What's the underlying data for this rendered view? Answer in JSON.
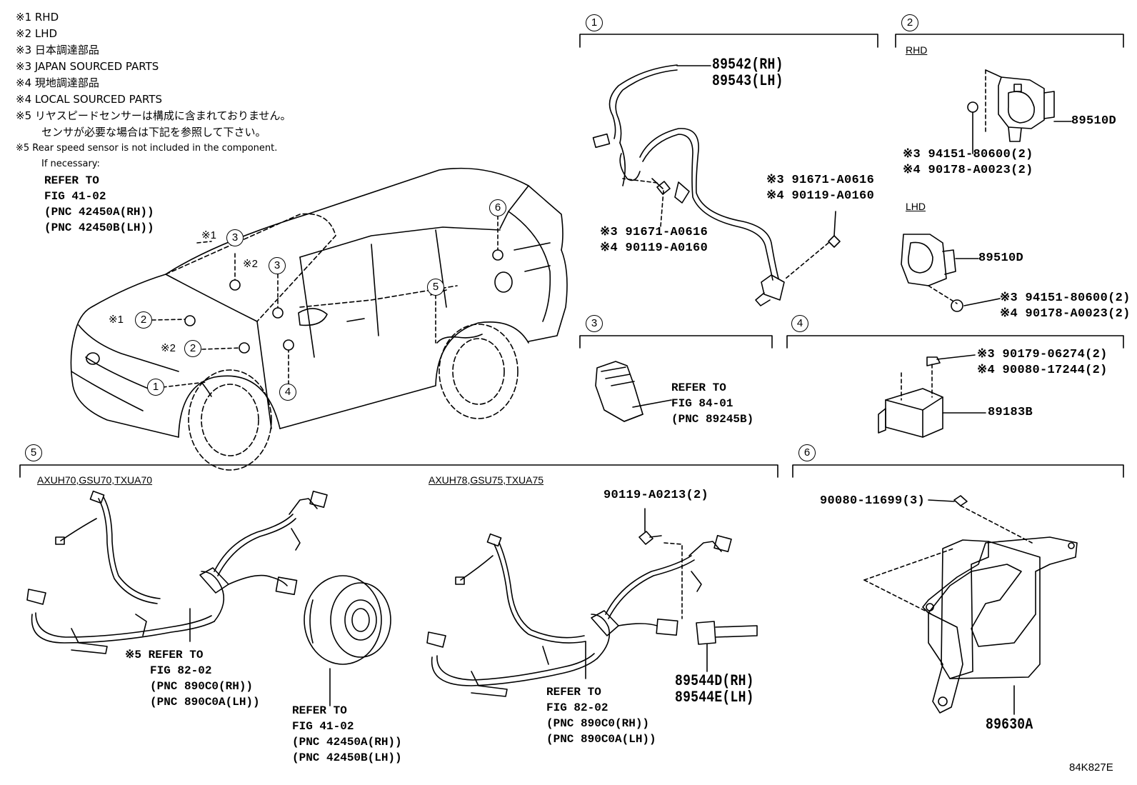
{
  "notes": {
    "n1": "※1 RHD",
    "n2": "※2 LHD",
    "n3a": "※3 日本調達部品",
    "n3b": "※3 JAPAN SOURCED PARTS",
    "n4a": "※4 現地調達部品",
    "n4b": "※4 LOCAL SOURCED PARTS",
    "n5a": "※5 リヤスピードセンサーは構成に含まれておりません。",
    "n5b": "センサが必要な場合は下記を参照して下さい。",
    "n5c": "※5 Rear speed sensor is not included in the component.",
    "n5d": "If necessary:",
    "ref_l1": "REFER TO",
    "ref_l2": "FIG 41-02",
    "ref_l3": "(PNC 42450A(RH))",
    "ref_l4": "(PNC 42450B(LH))"
  },
  "car": {
    "c3a_mark": "※1",
    "c3a": "3",
    "c3b_mark": "※2",
    "c3b": "3",
    "c2a_mark": "※1",
    "c2a": "2",
    "c2b_mark": "※2",
    "c2b": "2",
    "c1": "1",
    "c4": "4",
    "c5": "5",
    "c6": "6"
  },
  "section1": {
    "num": "1",
    "pn_rh": "89542(RH)",
    "pn_lh": "89543(LH)",
    "boltA_3": "※3 91671-A0616",
    "boltA_4": "※4 90119-A0160",
    "boltB_3": "※3 91671-A0616",
    "boltB_4": "※4 90119-A0160"
  },
  "section2": {
    "num": "2",
    "rhd": "RHD",
    "lhd": "LHD",
    "pn_rhd": "89510D",
    "pn_lhd": "89510D",
    "nut_rhd_3": "※3 94151-80600(2)",
    "nut_rhd_4": "※4 90178-A0023(2)",
    "nut_lhd_3": "※3 94151-80600(2)",
    "nut_lhd_4": "※4 90178-A0023(2)"
  },
  "section3": {
    "num": "3",
    "r1": "REFER TO",
    "r2": "FIG 84-01",
    "r3": "(PNC 89245B)"
  },
  "section4": {
    "num": "4",
    "nut_3": "※3 90179-06274(2)",
    "nut_4": "※4 90080-17244(2)",
    "pn": "89183B"
  },
  "section5": {
    "num": "5",
    "cap_a": "AXUH70,GSU70,TXUA70",
    "cap_b": "AXUH78,GSU75,TXUA75",
    "refA1": "※5 REFER TO",
    "refA2": "FIG 82-02",
    "refA3": "(PNC 890C0(RH))",
    "refA4": "(PNC 890C0A(LH))",
    "refB1": "REFER TO",
    "refB2": "FIG 41-02",
    "refB3": "(PNC 42450A(RH))",
    "refB4": "(PNC 42450B(LH))",
    "refC1": "REFER TO",
    "refC2": "FIG 82-02",
    "refC3": "(PNC 890C0(RH))",
    "refC4": "(PNC 890C0A(LH))",
    "bolt": "90119-A0213(2)",
    "pn_rh": "89544D(RH)",
    "pn_lh": "89544E(LH)"
  },
  "section6": {
    "num": "6",
    "bolt": "90080-11699(3)",
    "pn": "89630A"
  },
  "figure_code": "84K827E"
}
